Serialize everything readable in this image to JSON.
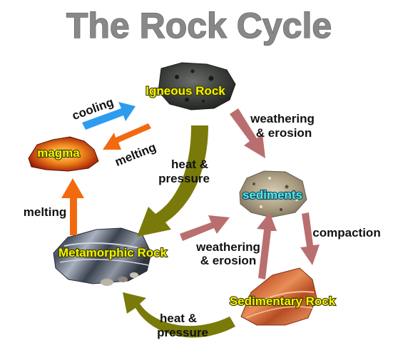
{
  "title": "The Rock Cycle",
  "rocks": {
    "igneous": "Igneous Rock",
    "magma": "magma",
    "sediments": "sediments",
    "metamorphic": "Metamorphic Rock",
    "sedimentary": "Sedimentary Rock"
  },
  "processes": {
    "cooling": "cooling",
    "melting_upper": "melting",
    "melting_left": "melting",
    "weathering_upper_1": "weathering",
    "weathering_upper_2": "& erosion",
    "heat_pressure_center_1": "heat &",
    "heat_pressure_center_2": "pressure",
    "compaction": "compaction",
    "weathering_lower_1": "weathering",
    "weathering_lower_2": "& erosion",
    "heat_pressure_bottom_1": "heat &",
    "heat_pressure_bottom_2": "pressure"
  },
  "colors": {
    "cooling_arrow": "#2d9bf0",
    "melting_arrow": "#f26a10",
    "weathering_arrow": "#b96f6f",
    "pressure_arrow": "#7a7a0a",
    "rock_label": "#f4f400",
    "sediment_label": "#55eaf4",
    "title": "#888888"
  }
}
